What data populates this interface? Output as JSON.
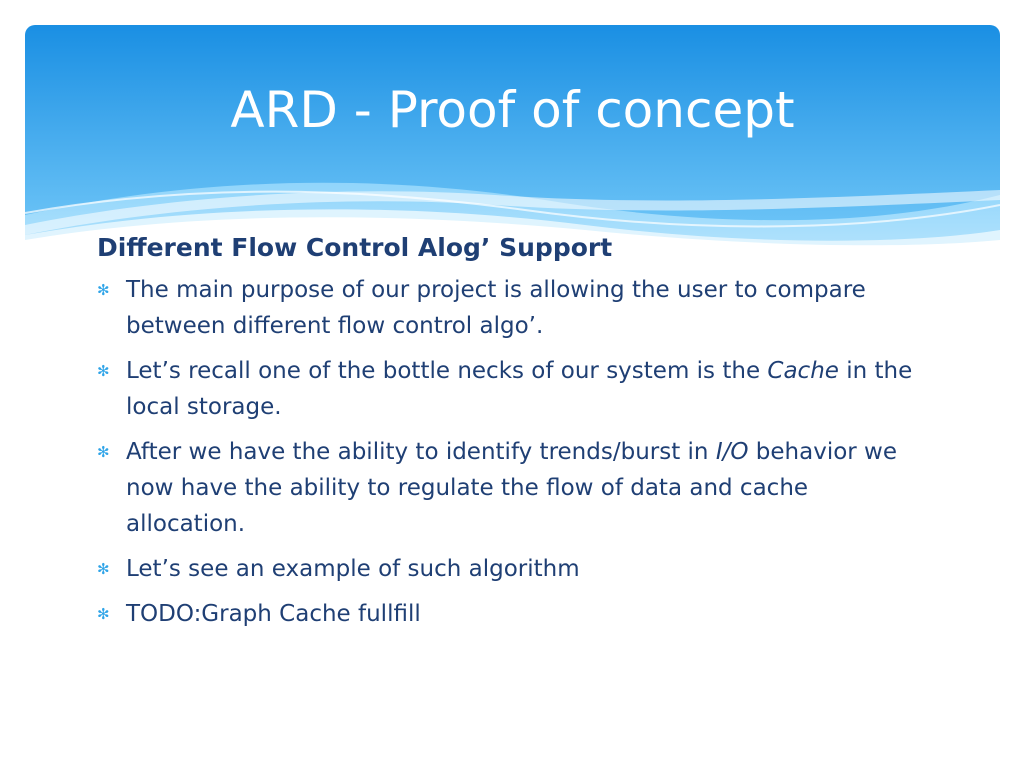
{
  "slide": {
    "title": "ARD - Proof of concept",
    "heading": "Different Flow Control Alog’ Support",
    "bullet_glyph": "✻",
    "bullets": [
      {
        "parts": [
          "The main purpose of our project is allowing the user to compare between different flow control algo’."
        ]
      },
      {
        "parts": [
          "Let’s recall one of the bottle necks of our system is the ",
          "Cache",
          " in the local storage."
        ]
      },
      {
        "parts": [
          "After we have the ability to identify trends/burst in ",
          "I/O",
          " behavior we now have the ability to regulate the flow of data and cache allocation."
        ]
      },
      {
        "parts": [
          "Let’s see an example of such algorithm"
        ]
      },
      {
        "parts": [
          "TODO:Graph Cache fullfill"
        ]
      }
    ]
  },
  "colors": {
    "header_top": "#1a8fe3",
    "header_bottom": "#7fd0fb",
    "text": "#1f3f74",
    "bullet": "#2fa4e8"
  }
}
